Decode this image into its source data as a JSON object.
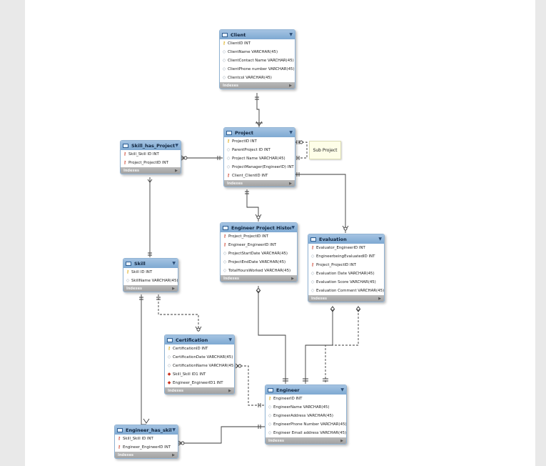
{
  "diagram": {
    "note": {
      "text": "Sub Project"
    },
    "tables": {
      "client": {
        "title": "Client",
        "columns": [
          {
            "text": "ClientID INT",
            "key": "pk"
          },
          {
            "text": "ClientName VARCHAR(45)",
            "key": "att"
          },
          {
            "text": "ClientContact Name VARCHAR(45)",
            "key": "att"
          },
          {
            "text": "ClientPhone number VARCHAR(45)",
            "key": "att"
          },
          {
            "text": "Clientcol VARCHAR(45)",
            "key": "att"
          }
        ],
        "indexes": "Indexes"
      },
      "project": {
        "title": "Project",
        "columns": [
          {
            "text": "ProjectID INT",
            "key": "pk"
          },
          {
            "text": "ParentProject ID INT",
            "key": "att"
          },
          {
            "text": "Project Name VARCHAR(45)",
            "key": "att"
          },
          {
            "text": "ProjectManager(EngineerID) INT",
            "key": "att"
          },
          {
            "text": "Client_ClientID INT",
            "key": "fk"
          }
        ],
        "indexes": "Indexes"
      },
      "skill_has_project": {
        "title": "Skill_has_Project",
        "columns": [
          {
            "text": "Skill_Skill ID INT",
            "key": "fk"
          },
          {
            "text": "Project_ProjectID INT",
            "key": "fk"
          }
        ],
        "indexes": "Indexes"
      },
      "engineer_project_history": {
        "title": "Engineer Project History",
        "columns": [
          {
            "text": "Project_ProjectID INT",
            "key": "fk"
          },
          {
            "text": "Engineer_EngineerID INT",
            "key": "fk"
          },
          {
            "text": "ProjectStartDate VARCHAR(45)",
            "key": "att"
          },
          {
            "text": "ProjectEndDate VARCHAR(45)",
            "key": "att"
          },
          {
            "text": "TotalHoursWorked VARCHAR(45)",
            "key": "att"
          }
        ],
        "indexes": "Indexes"
      },
      "evaluation": {
        "title": "Evaluation",
        "columns": [
          {
            "text": "Evaluator_EngineerID INT",
            "key": "fk"
          },
          {
            "text": "EngineerbeingEvaluatedID INT",
            "key": "att"
          },
          {
            "text": "Project_ProjectID INT",
            "key": "fk"
          },
          {
            "text": "Evaluation Date VARCHAR(45)",
            "key": "att"
          },
          {
            "text": "Evaluation Score VARCHAR(45)",
            "key": "att"
          },
          {
            "text": "Evaluation Comment VARCHAR(45)",
            "key": "att"
          }
        ],
        "indexes": "Indexes"
      },
      "skill": {
        "title": "Skill",
        "columns": [
          {
            "text": "Skill ID INT",
            "key": "pk"
          },
          {
            "text": "SkillName VARCHAR(45)",
            "key": "att"
          }
        ],
        "indexes": "Indexes"
      },
      "certification": {
        "title": "Certification",
        "columns": [
          {
            "text": "CertificationID INT",
            "key": "pk"
          },
          {
            "text": "CertificationDate VARCHAR(45)",
            "key": "att"
          },
          {
            "text": "CertificationName VARCHAR(45)",
            "key": "att"
          },
          {
            "text": "Skill_Skill ID1 INT",
            "key": "fkd"
          },
          {
            "text": "Engineer_EngineerID1 INT",
            "key": "fkd"
          }
        ],
        "indexes": "Indexes"
      },
      "engineer": {
        "title": "Engineer",
        "columns": [
          {
            "text": "EngineerID INT",
            "key": "pk"
          },
          {
            "text": "EngineerName VARCHAR(45)",
            "key": "att"
          },
          {
            "text": "EngineerAddress VARCHAR(45)",
            "key": "att"
          },
          {
            "text": "EngineerPhone Number VARCHAR(45)",
            "key": "att"
          },
          {
            "text": "Engineer Email address VARCHAR(45)",
            "key": "att"
          }
        ],
        "indexes": "Indexes"
      },
      "engineer_has_skill": {
        "title": "Engineer_has_skill",
        "columns": [
          {
            "text": "Skill_Skill ID INT",
            "key": "fk"
          },
          {
            "text": "Engineer_EngineerID INT",
            "key": "fk"
          }
        ],
        "indexes": "Indexes"
      }
    }
  }
}
